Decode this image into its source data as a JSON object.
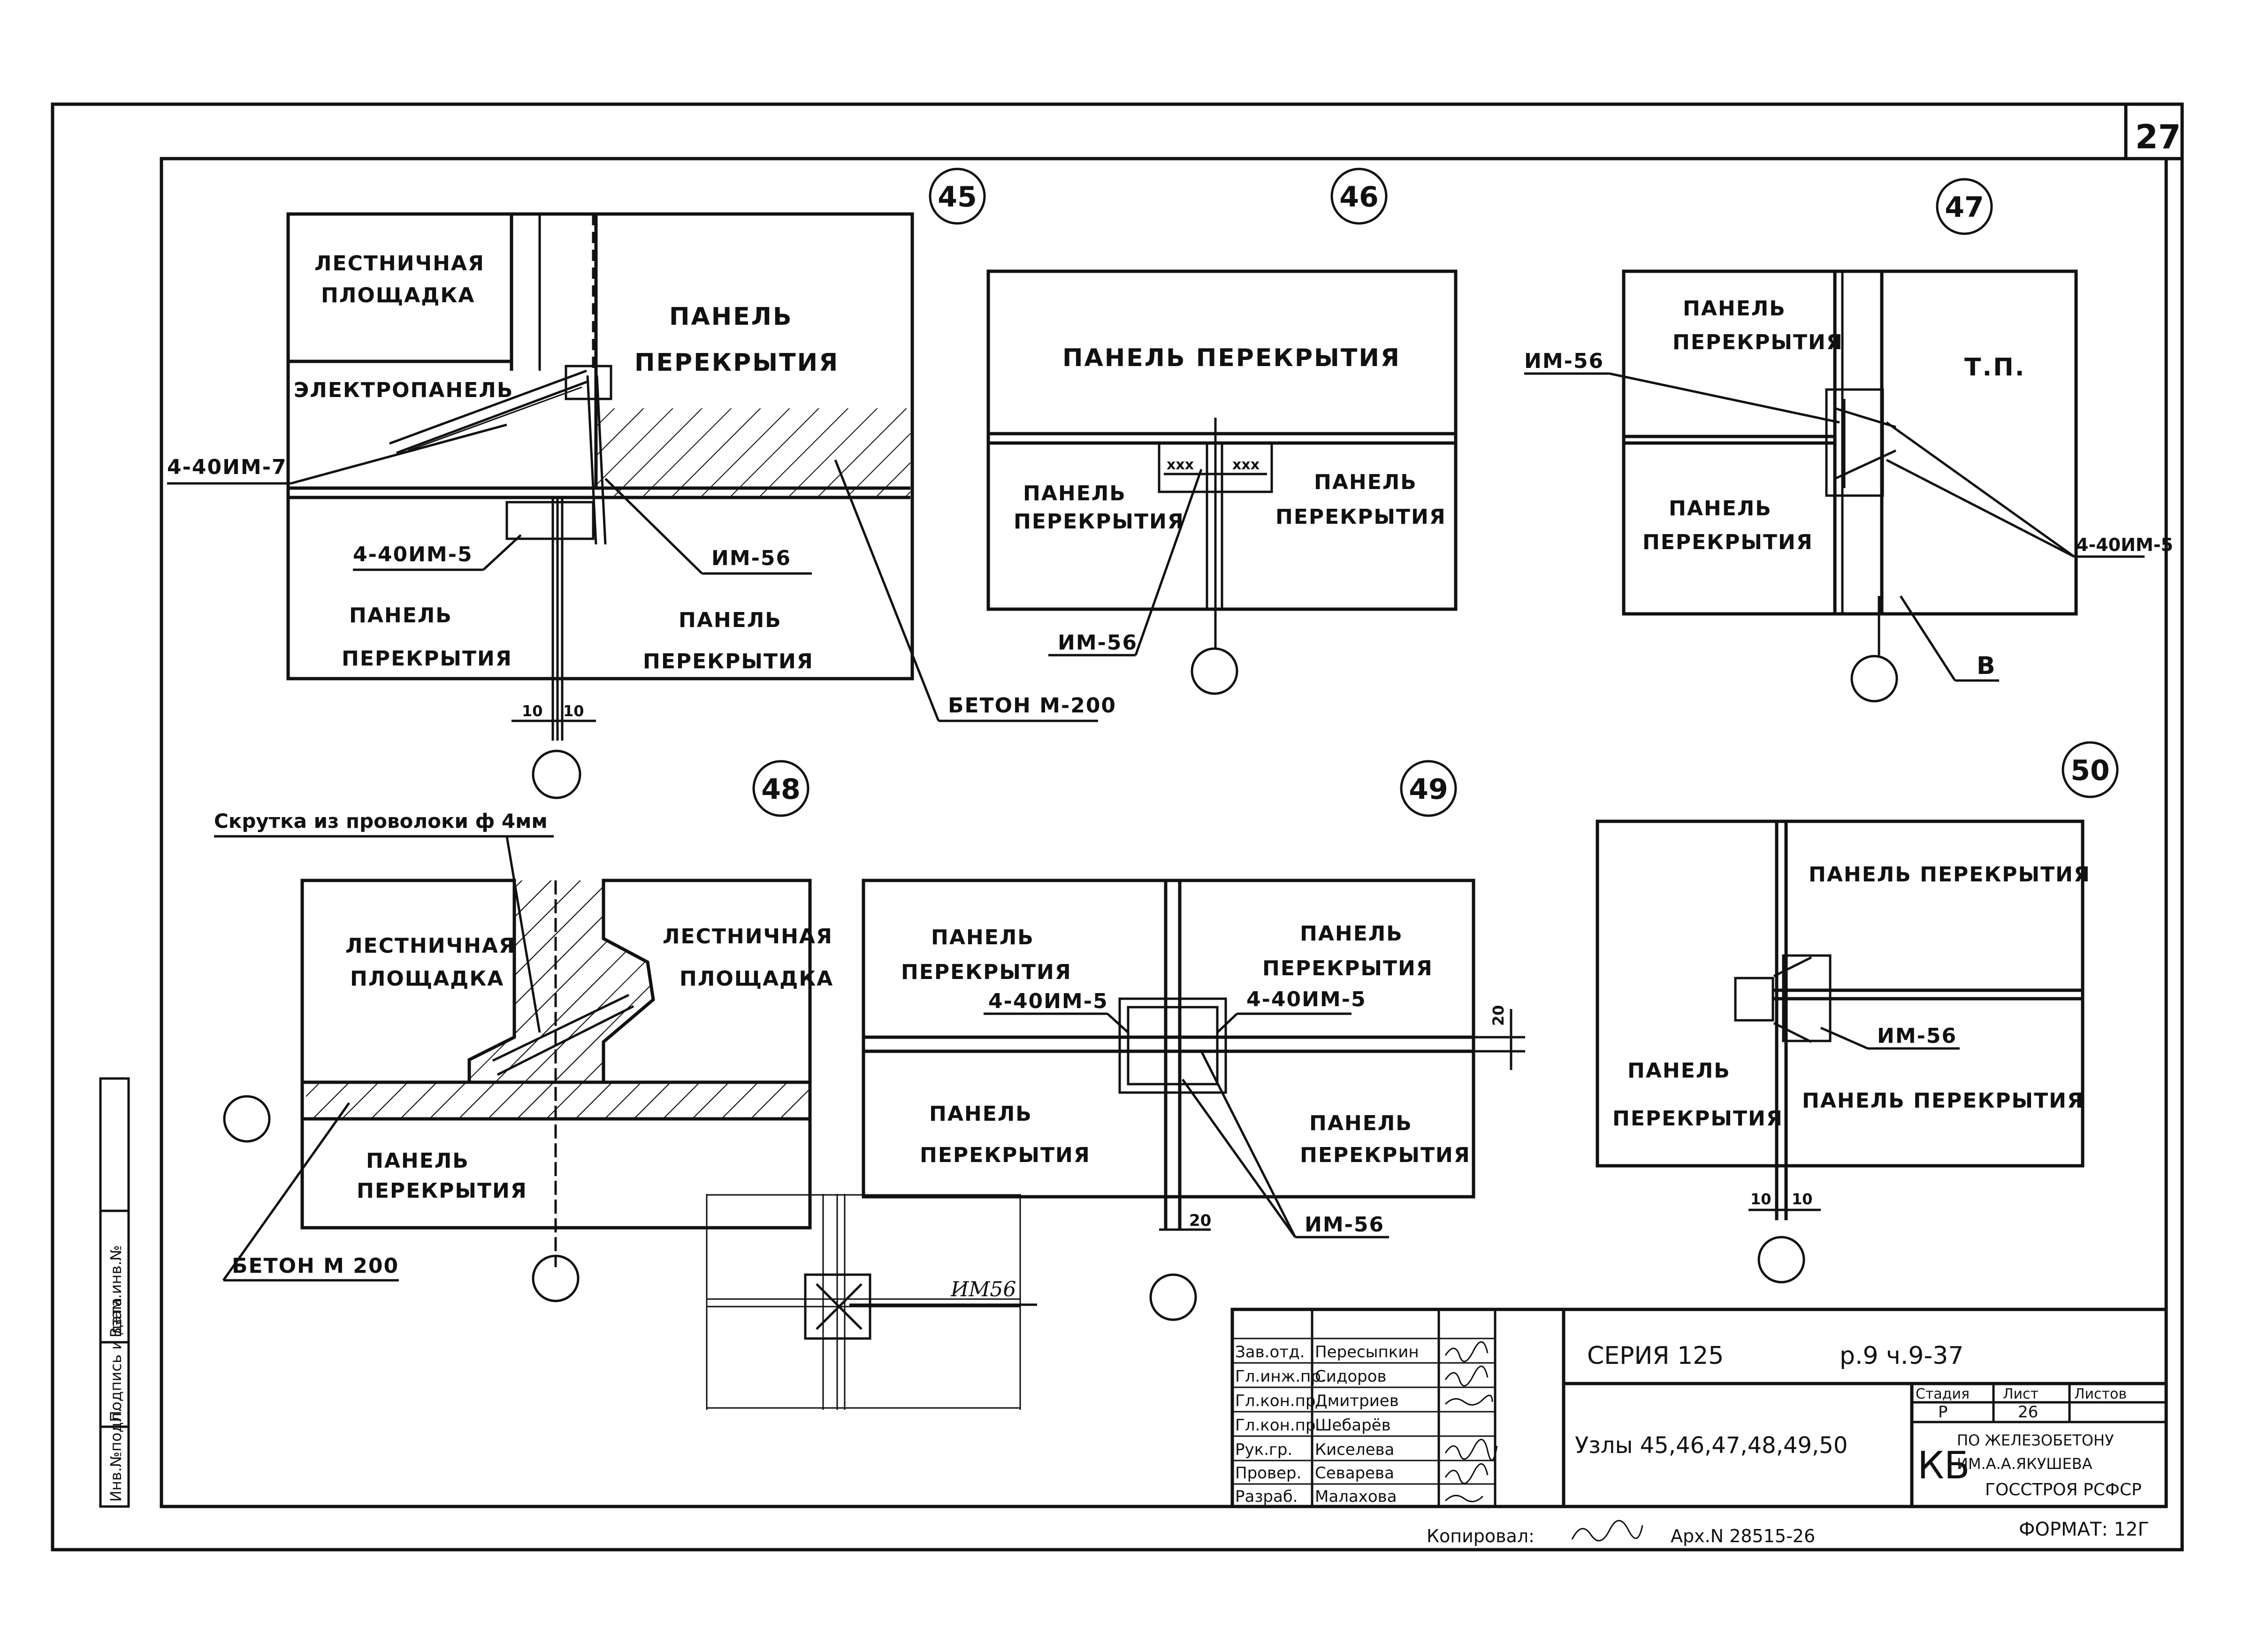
{
  "sheet": {
    "page_number": "27",
    "side_stamp": [
      "Инв.№подл.",
      "Подпись и дата",
      "Взам.инв.№"
    ]
  },
  "nodes": {
    "n45": {
      "number": "45",
      "landing": [
        "ЛЕСТНИЧНАЯ",
        "ПЛОЩАДКА"
      ],
      "elpanel": "ЭЛЕКТРОПАНЕЛЬ",
      "panel_tr": [
        "ПАНЕЛЬ",
        "ПЕРЕКРЫТИЯ"
      ],
      "panel_bl": [
        "ПАНЕЛЬ",
        "ПЕРЕКРЫТИЯ"
      ],
      "panel_br": [
        "ПАНЕЛЬ",
        "ПЕРЕКРЫТИЯ"
      ],
      "callout_im7": "4-40ИМ-7",
      "callout_im5": "4-40ИМ-5",
      "callout_im56": "ИМ-56",
      "callout_concrete": "БЕТОН М-200",
      "dim_left": "10",
      "dim_right": "10"
    },
    "n46": {
      "number": "46",
      "panel_top": "ПАНЕЛЬ ПЕРЕКРЫТИЯ",
      "panel_left": [
        "ПАНЕЛЬ",
        "ПЕРЕКРЫТИЯ"
      ],
      "panel_right": [
        "ПАНЕЛЬ",
        "ПЕРЕКРЫТИЯ"
      ],
      "callout_im56": "ИМ-56"
    },
    "n47": {
      "number": "47",
      "panel_top": [
        "ПАНЕЛЬ",
        "ПЕРЕКРЫТИЯ"
      ],
      "panel_bottom": [
        "ПАНЕЛЬ",
        "ПЕРЕКРЫТИЯ"
      ],
      "tp": "Т.П.",
      "callout_im56": "ИМ-56",
      "callout_im5": "4-40ИМ-5",
      "callout_b": "В"
    },
    "n48": {
      "number": "48",
      "twist": "Скрутка из проволоки ф 4мм",
      "landing_left": [
        "ЛЕСТНИЧНАЯ",
        "ПЛОЩАДКА"
      ],
      "landing_right": [
        "ЛЕСТНИЧНАЯ",
        "ПЛОЩАДКА"
      ],
      "panel_bottom": [
        "ПАНЕЛЬ",
        "ПЕРЕКРЫТИЯ"
      ],
      "callout_concrete": "БЕТОН М 200"
    },
    "n49": {
      "number": "49",
      "panel_tl": [
        "ПАНЕЛЬ",
        "ПЕРЕКРЫТИЯ"
      ],
      "panel_tr": [
        "ПАНЕЛЬ",
        "ПЕРЕКРЫТИЯ"
      ],
      "panel_bl": [
        "ПАНЕЛЬ",
        "ПЕРЕКРЫТИЯ"
      ],
      "panel_br": [
        "ПАНЕЛЬ",
        "ПЕРЕКРЫТИЯ"
      ],
      "callout_left": "4-40ИМ-5",
      "callout_right": "4-40ИМ-5",
      "callout_im56": "ИМ-56",
      "dim_horizontal": "20",
      "dim_vertical": "20",
      "detail_label": "ИМ56"
    },
    "n50": {
      "number": "50",
      "panel_tr": "ПАНЕЛЬ ПЕРЕКРЫТИЯ",
      "panel_br": "ПАНЕЛЬ ПЕРЕКРЫТИЯ",
      "panel_left": [
        "ПАНЕЛЬ",
        "ПЕРЕКРЫТИЯ"
      ],
      "callout_im56": "ИМ-56",
      "dim_left": "10",
      "dim_right": "10"
    }
  },
  "title_block": {
    "roles": [
      "Зав.отд.",
      "Гл.инж.пр.",
      "Гл.кон.пр.",
      "Гл.кон.пр.",
      "Рук.гр.",
      "Провер.",
      "Разраб."
    ],
    "names": [
      "Пересыпкин",
      "Сидоров",
      "Дмитриев",
      "Шебарёв",
      "Киселева",
      "Севарева",
      "Малахова"
    ],
    "series": "СЕРИЯ 125",
    "issue": "р.9 ч.9-37",
    "title": "Узлы 45,46,47,48,49,50",
    "stage_headers": [
      "Стадия",
      "Лист",
      "Листов"
    ],
    "stage": "Р",
    "sheet_no": "26",
    "org": [
      "ПО ЖЕЛЕЗОБЕТОНУ",
      "ИМ.А.А.ЯКУШЕВА",
      "ГОССТРОЯ РСФСР"
    ],
    "org_logo": "КБ",
    "copied": "Копировал:",
    "archive": "Арх.N 28515-26",
    "format": "ФОРМАТ: 12Г"
  }
}
